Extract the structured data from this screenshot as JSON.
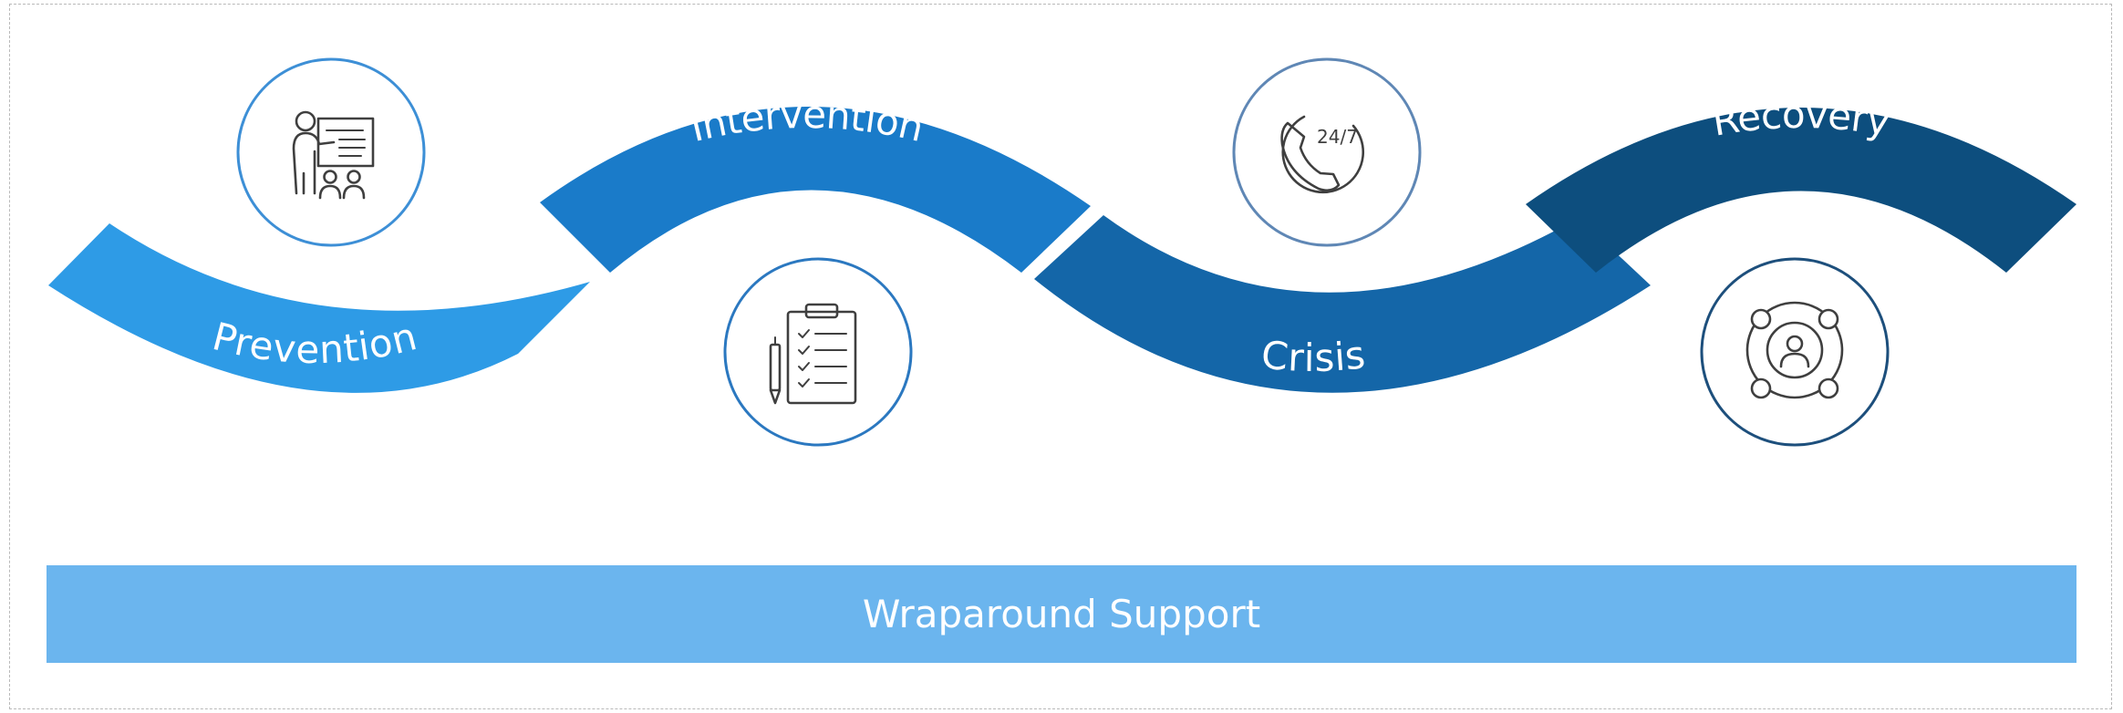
{
  "stages": [
    {
      "label": "Prevention",
      "icon": "teacher-presentation-icon",
      "color": "#2e9be6"
    },
    {
      "label": "Intervention",
      "icon": "clipboard-checklist-icon",
      "color": "#1a7bc9"
    },
    {
      "label": "Crisis",
      "icon": "phone-24-7-icon",
      "icon_text": "24/7",
      "color": "#1466a8"
    },
    {
      "label": "Recovery",
      "icon": "support-network-icon",
      "color": "#0d4e7e"
    }
  ],
  "support": {
    "label": "Wraparound Support",
    "color": "#6bb5ee"
  },
  "colors": {
    "circle_border_light": "#3d8fd6",
    "circle_border_mid": "#5f87b5",
    "circle_border_dark": "#1d4f7c"
  }
}
